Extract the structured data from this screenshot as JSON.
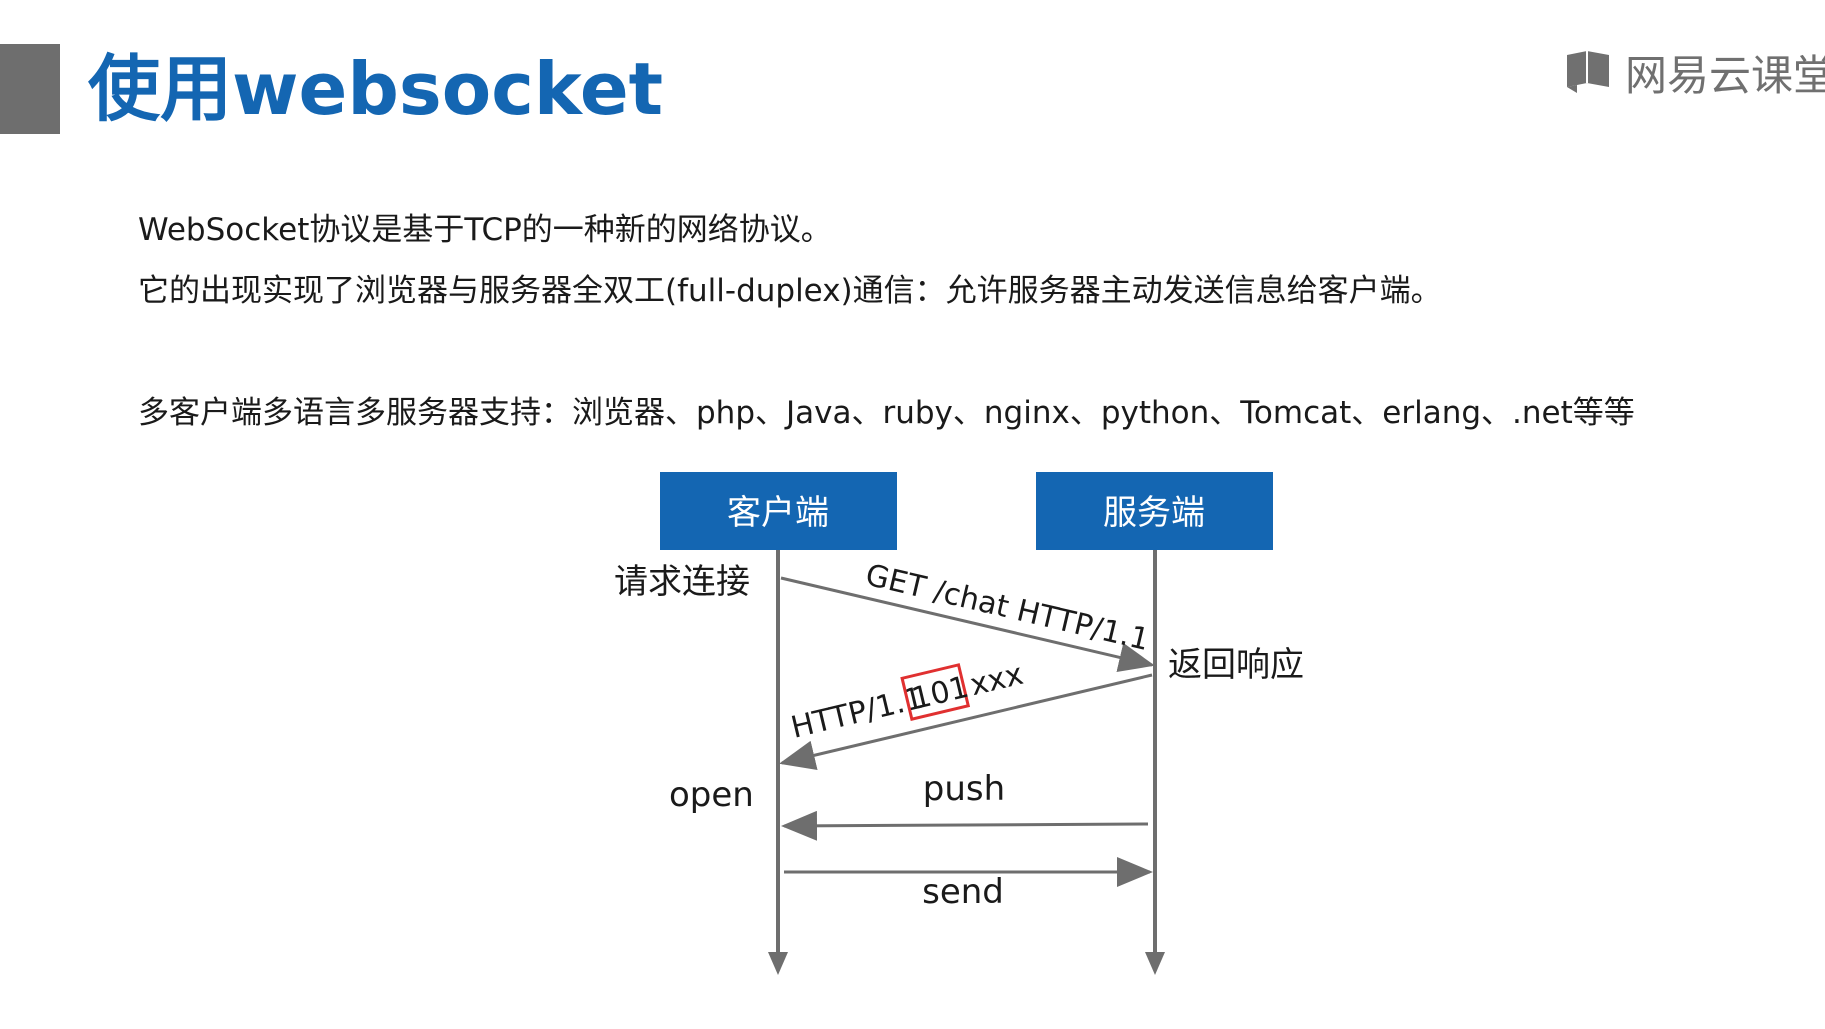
{
  "slide": {
    "title": "使用websocket",
    "logo_text": "网易云课堂",
    "logo_icon": "open-book-icon",
    "paragraphs": [
      "WebSocket协议是基于TCP的一种新的网络协议。",
      "它的出现实现了浏览器与服务器全双工(full-duplex)通信：允许服务器主动发送信息给客户端。",
      "多客户端多语言多服务器支持：浏览器、php、Java、ruby、nginx、python、Tomcat、erlang、.net等等"
    ],
    "colors": {
      "title": "#1466b2",
      "box": "#1466b2",
      "highlight": "#e03030",
      "bar": "#6e6e6e"
    }
  },
  "diagram": {
    "client_label": "客户端",
    "server_label": "服务端",
    "request_label": "请求连接",
    "response_label": "返回响应",
    "open_label": "open",
    "messages": {
      "get": "GET /chat HTTP/1.1",
      "resp_prefix": "HTTP/1.1",
      "resp_code": "101",
      "resp_suffix": "xxx",
      "push": "push",
      "send": "send"
    }
  }
}
